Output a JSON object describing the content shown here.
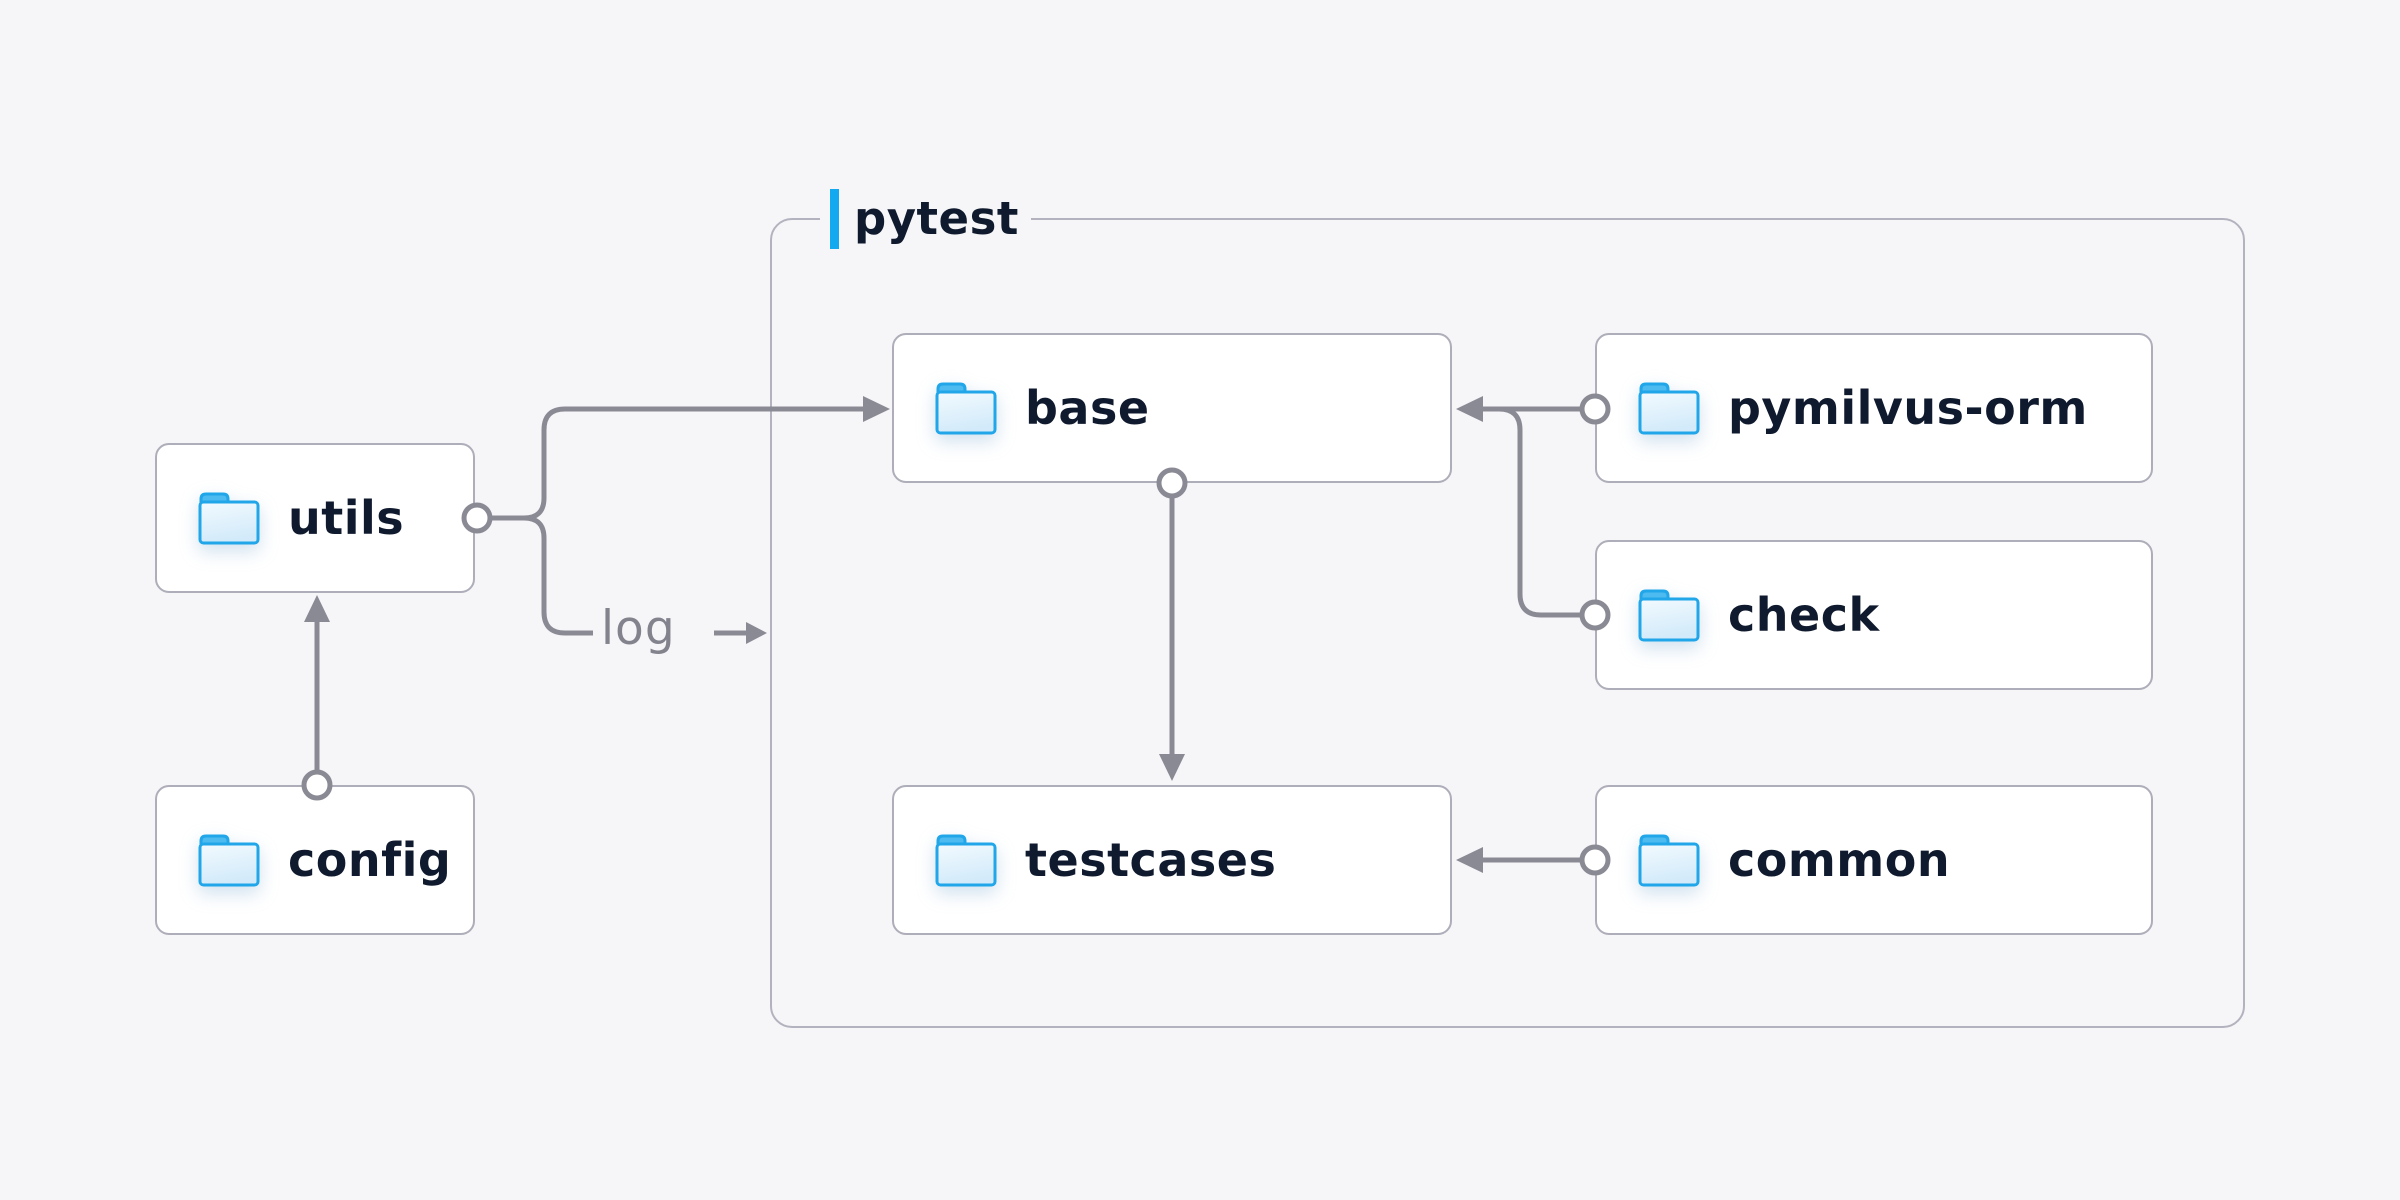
{
  "page": {
    "background_color": "#f6f6f8",
    "type": "folder-dependency-diagram"
  },
  "container": {
    "label": "pytest",
    "accent_color": "#12a9f0",
    "border_color": "#b3b3bf"
  },
  "nodes": {
    "utils": {
      "label": "utils",
      "icon": "folder-icon",
      "inside_pytest": false
    },
    "config": {
      "label": "config",
      "icon": "folder-icon",
      "inside_pytest": false
    },
    "base": {
      "label": "base",
      "icon": "folder-icon",
      "inside_pytest": true
    },
    "pymilvus_orm": {
      "label": "pymilvus-orm",
      "icon": "folder-icon",
      "inside_pytest": true
    },
    "check": {
      "label": "check",
      "icon": "folder-icon",
      "inside_pytest": true
    },
    "testcases": {
      "label": "testcases",
      "icon": "folder-icon",
      "inside_pytest": true
    },
    "common": {
      "label": "common",
      "icon": "folder-icon",
      "inside_pytest": true
    }
  },
  "edges": {
    "log_label": "log",
    "list": [
      {
        "from": "config",
        "to": "utils"
      },
      {
        "from": "utils",
        "to": "base"
      },
      {
        "from": "utils",
        "to": "pytest-container",
        "label": "log"
      },
      {
        "from": "pymilvus-orm",
        "to": "base"
      },
      {
        "from": "check",
        "to": "base"
      },
      {
        "from": "base",
        "to": "testcases"
      },
      {
        "from": "common",
        "to": "testcases"
      }
    ]
  },
  "colors": {
    "wire": "#8a8a95",
    "node_border": "#aeaeba",
    "node_background": "#ffffff",
    "label_text": "#0f1a2e",
    "edge_label_text": "#83838e",
    "folder_stroke": "#20a6e9",
    "folder_tab": "#4ebbf0",
    "folder_body_top": "#f0f8fe",
    "folder_body_bottom": "#d2eafa",
    "accent": "#12a9f0"
  }
}
